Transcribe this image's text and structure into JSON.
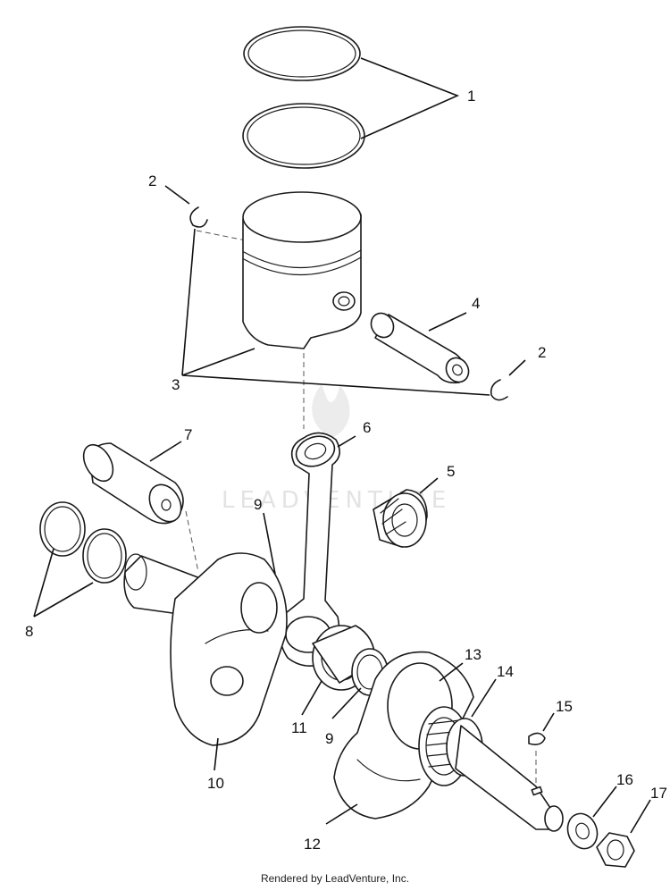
{
  "watermark": "LEADVENTURE",
  "footer": "Rendered by LeadVenture, Inc.",
  "callouts": [
    "1",
    "2",
    "2",
    "3",
    "4",
    "5",
    "6",
    "7",
    "8",
    "9",
    "9",
    "10",
    "11",
    "12",
    "13",
    "14",
    "15",
    "16",
    "17"
  ],
  "parts": [
    {
      "ref": "1",
      "icon": "piston-ring-icon"
    },
    {
      "ref": "2",
      "icon": "circlip-icon"
    },
    {
      "ref": "3",
      "icon": "piston-icon"
    },
    {
      "ref": "4",
      "icon": "piston-pin-icon"
    },
    {
      "ref": "5",
      "icon": "needle-bearing-icon"
    },
    {
      "ref": "6",
      "icon": "connecting-rod-icon"
    },
    {
      "ref": "7",
      "icon": "crank-pin-icon"
    },
    {
      "ref": "8",
      "icon": "shim-ring-icon"
    },
    {
      "ref": "9",
      "icon": "thrust-washer-icon"
    },
    {
      "ref": "10",
      "icon": "crank-half-icon"
    },
    {
      "ref": "11",
      "icon": "bearing-icon"
    },
    {
      "ref": "12",
      "icon": "crank-half-icon"
    },
    {
      "ref": "13",
      "icon": "main-bearing-icon"
    },
    {
      "ref": "14",
      "icon": "seal-icon"
    },
    {
      "ref": "15",
      "icon": "woodruff-key-icon"
    },
    {
      "ref": "16",
      "icon": "washer-icon"
    },
    {
      "ref": "17",
      "icon": "nut-icon"
    }
  ]
}
